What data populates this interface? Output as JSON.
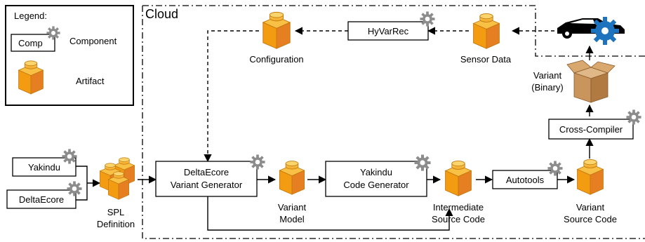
{
  "legend": {
    "title": "Legend:",
    "component_sample": "Comp",
    "component_label": "Component",
    "artifact_label": "Artifact"
  },
  "cloud": {
    "label": "Cloud"
  },
  "inputs": {
    "yakindu": "Yakindu",
    "deltaecore": "DeltaEcore"
  },
  "artifacts": {
    "spl_definition": [
      "SPL",
      "Definition"
    ],
    "variant_model": [
      "Variant",
      "Model"
    ],
    "intermediate_source": [
      "Intermediate",
      "Source Code"
    ],
    "variant_source": [
      "Variant",
      "Source Code"
    ],
    "configuration": "Configuration",
    "sensor_data": "Sensor Data",
    "variant_binary": [
      "Variant",
      "(Binary)"
    ]
  },
  "components": {
    "deltaecore_generator": [
      "DeltaEcore",
      "Variant Generator"
    ],
    "yakindu_code_generator": [
      "Yakindu",
      "Code Generator"
    ],
    "autotools": "Autotools",
    "cross_compiler": "Cross-Compiler",
    "hyvarrec": "HyVarRec"
  },
  "colors": {
    "artifact_front": "#f39c12",
    "artifact_side": "#e67e22",
    "artifact_top": "#f8c045",
    "gear": "#8c8c8c",
    "car": "#000000",
    "car_wheel": "#1e73be",
    "package": "#c9955c"
  },
  "icons": [
    "gear-icon",
    "artifact-cube-icon",
    "car-icon",
    "package-icon"
  ]
}
